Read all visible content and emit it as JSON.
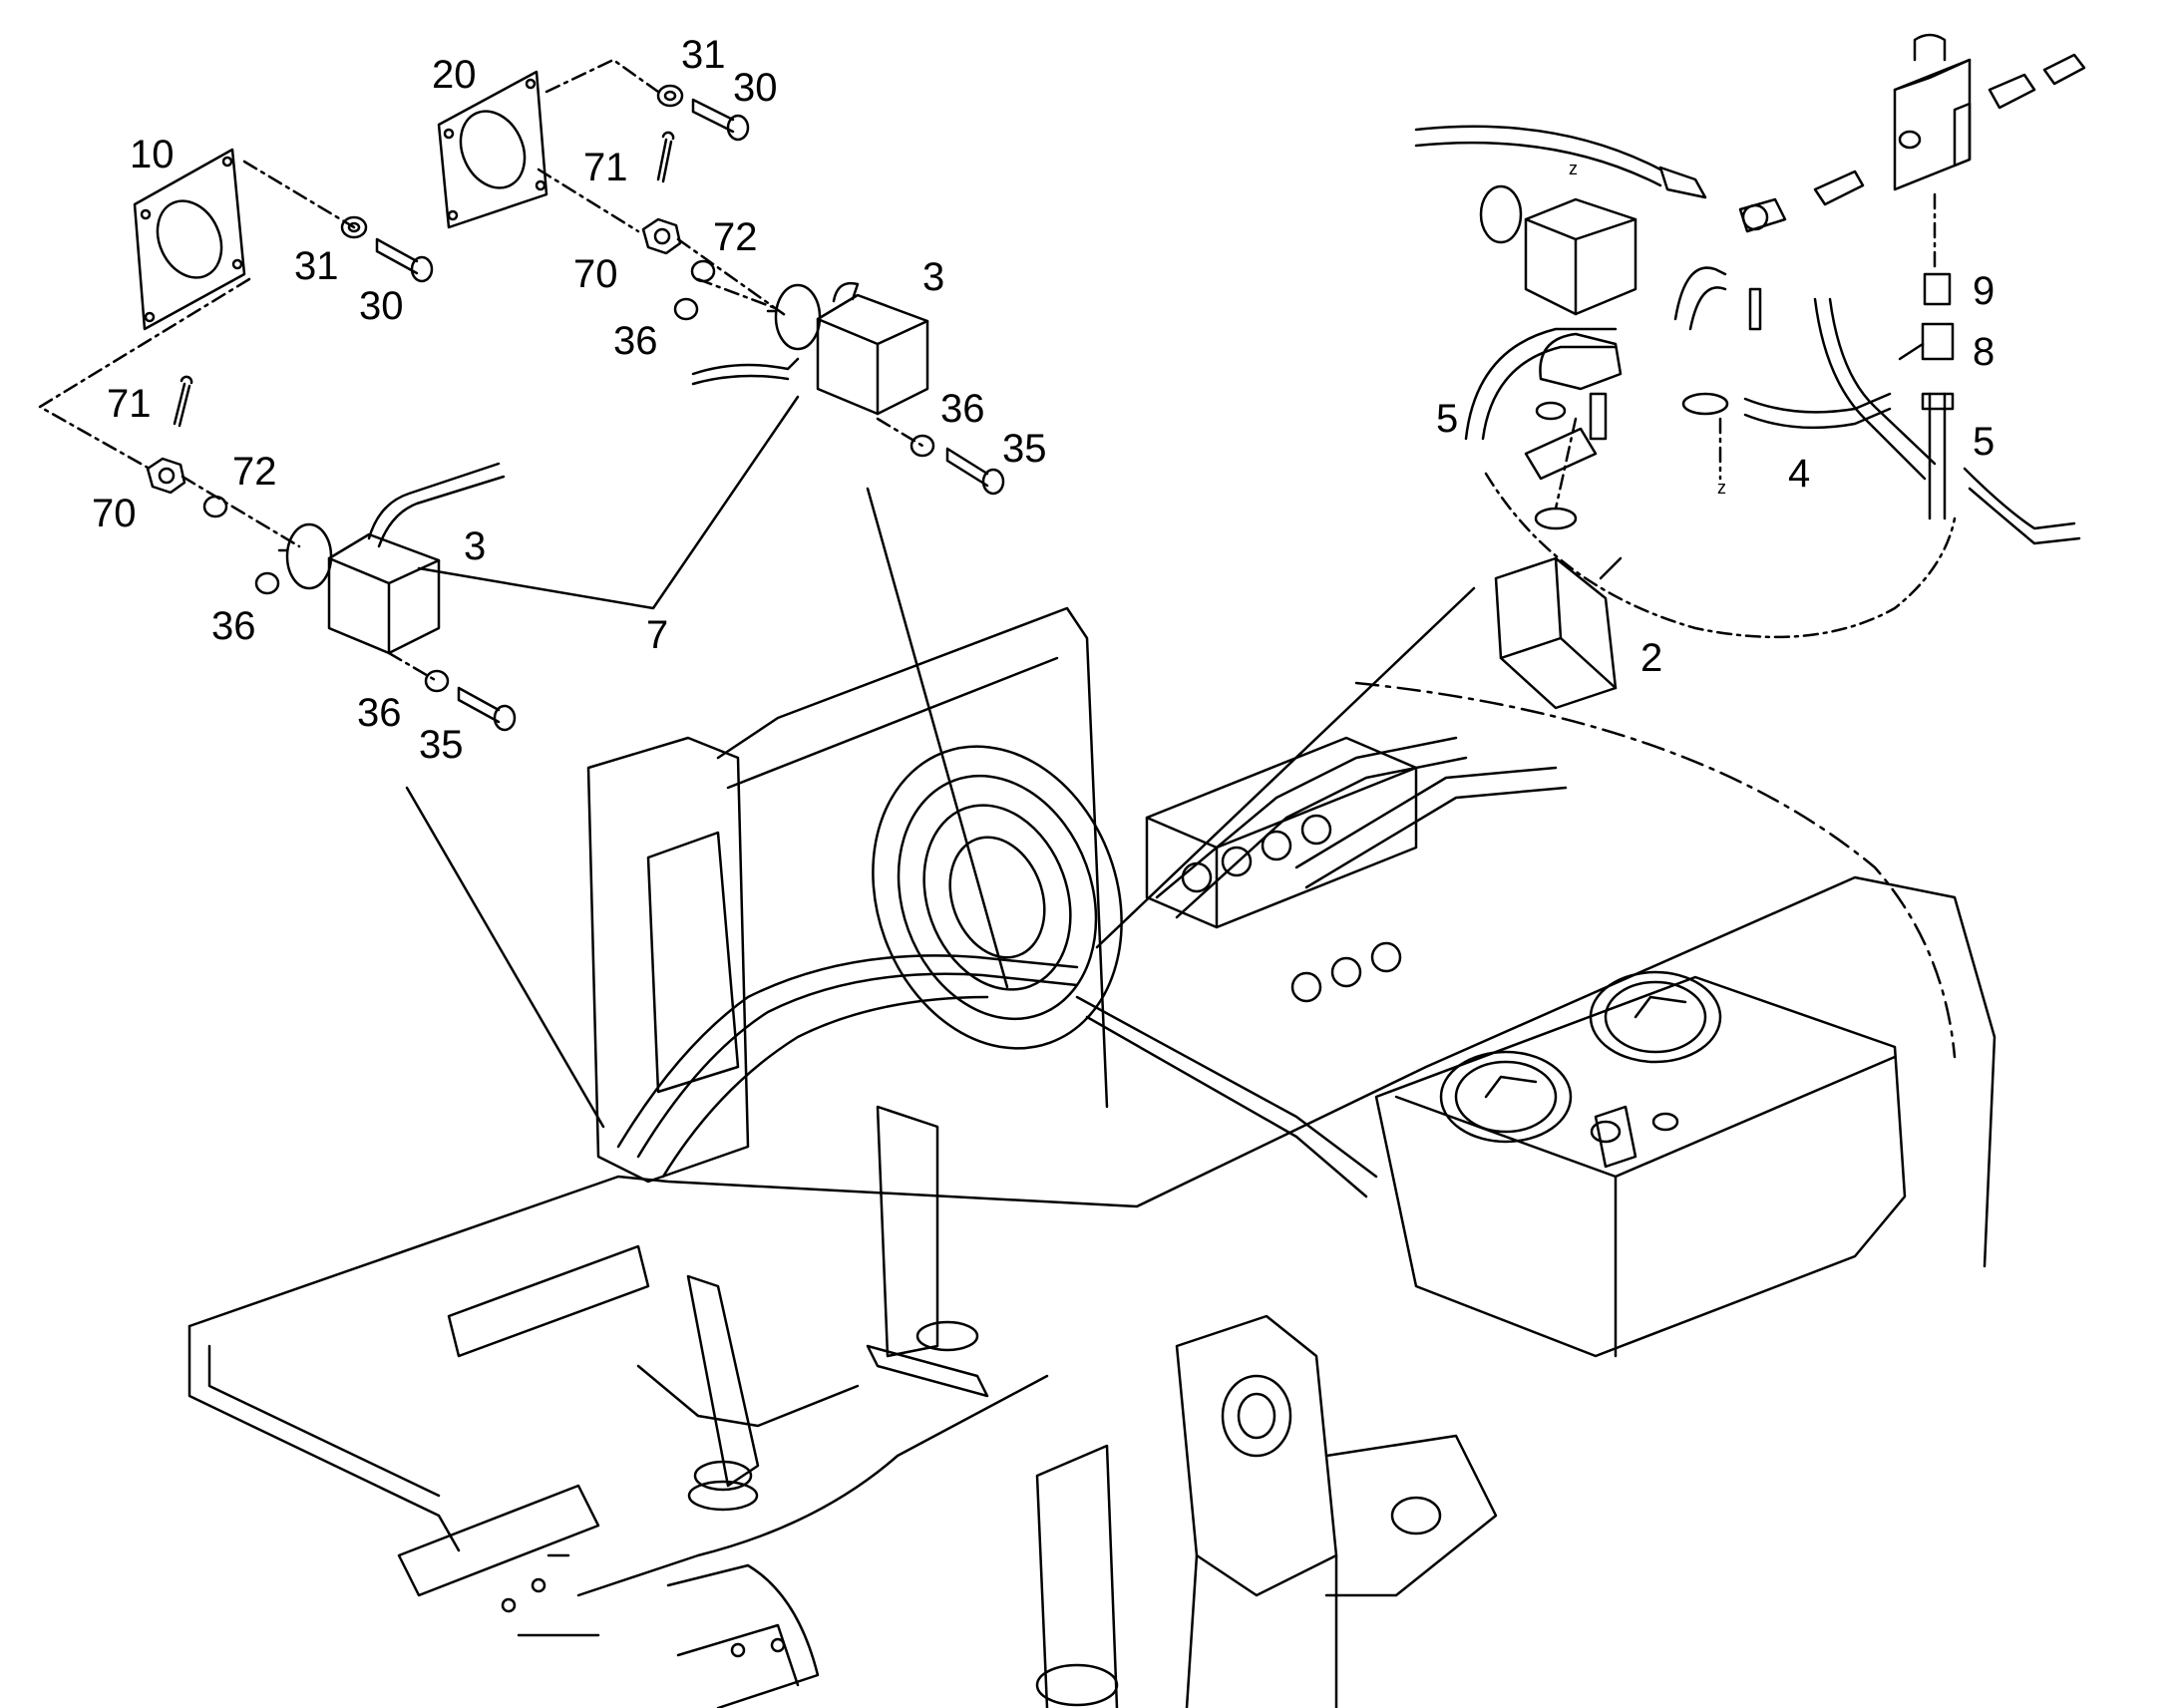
{
  "diagram": {
    "line_color": "#000000",
    "background": "#ffffff",
    "callouts": [
      {
        "id": "c10",
        "label": "10"
      },
      {
        "id": "c20",
        "label": "20"
      },
      {
        "id": "c31a",
        "label": "31"
      },
      {
        "id": "c30a",
        "label": "30"
      },
      {
        "id": "c71a",
        "label": "71"
      },
      {
        "id": "c31b",
        "label": "31"
      },
      {
        "id": "c30b",
        "label": "30"
      },
      {
        "id": "c70a",
        "label": "70"
      },
      {
        "id": "c72a",
        "label": "72"
      },
      {
        "id": "c3a",
        "label": "3"
      },
      {
        "id": "c36a",
        "label": "36"
      },
      {
        "id": "c36b",
        "label": "36"
      },
      {
        "id": "c35a",
        "label": "35"
      },
      {
        "id": "c71b",
        "label": "71"
      },
      {
        "id": "c72b",
        "label": "72"
      },
      {
        "id": "c70b",
        "label": "70"
      },
      {
        "id": "c3b",
        "label": "3"
      },
      {
        "id": "c36c",
        "label": "36"
      },
      {
        "id": "c7",
        "label": "7"
      },
      {
        "id": "c36d",
        "label": "36"
      },
      {
        "id": "c35b",
        "label": "35"
      },
      {
        "id": "c9",
        "label": "9"
      },
      {
        "id": "c8",
        "label": "8"
      },
      {
        "id": "c5a",
        "label": "5"
      },
      {
        "id": "c5b",
        "label": "5"
      },
      {
        "id": "c4",
        "label": "4"
      },
      {
        "id": "c2",
        "label": "2"
      },
      {
        "id": "cz1",
        "label": "z"
      },
      {
        "id": "cz2",
        "label": "z"
      }
    ]
  }
}
